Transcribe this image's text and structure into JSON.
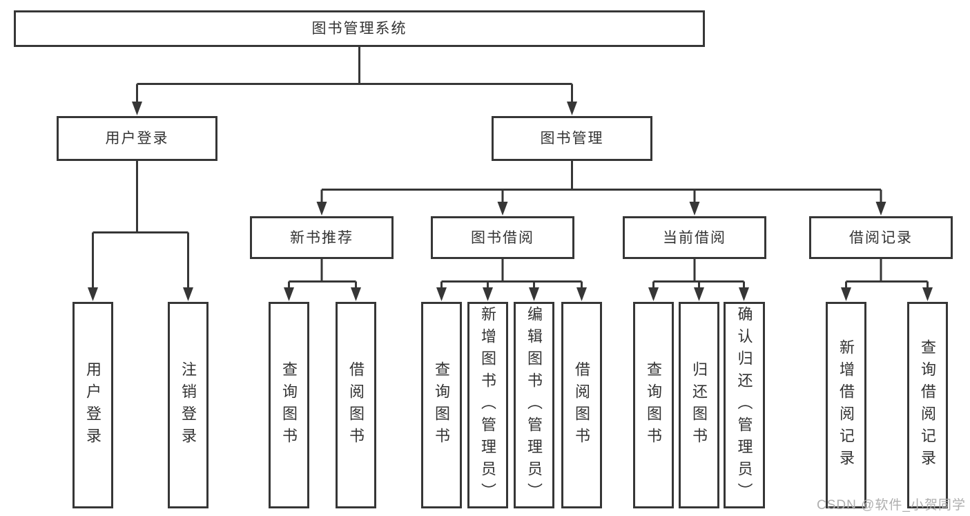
{
  "tree": {
    "root": "图书管理系统",
    "level2": [
      {
        "label": "用户登录",
        "leaves": [
          "用户登录",
          "注销登录"
        ]
      },
      {
        "label": "图书管理",
        "sections": [
          {
            "label": "新书推荐",
            "leaves": [
              "查询图书",
              "借阅图书"
            ]
          },
          {
            "label": "图书借阅",
            "leaves": [
              "查询图书",
              "新增图书（管理员）",
              "编辑图书（管理员）",
              "借阅图书"
            ]
          },
          {
            "label": "当前借阅",
            "leaves": [
              "查询图书",
              "归还图书",
              "确认归还（管理员）"
            ]
          },
          {
            "label": "借阅记录",
            "leaves": [
              "新增借阅记录",
              "查询借阅记录"
            ]
          }
        ]
      }
    ]
  },
  "watermark": {
    "text": "CSDN @软件_小贺同学"
  },
  "colors": {
    "line": "#363636",
    "border": "#363636",
    "text": "#333333",
    "watermark": "#aeaeae",
    "background": "#ffffff"
  }
}
